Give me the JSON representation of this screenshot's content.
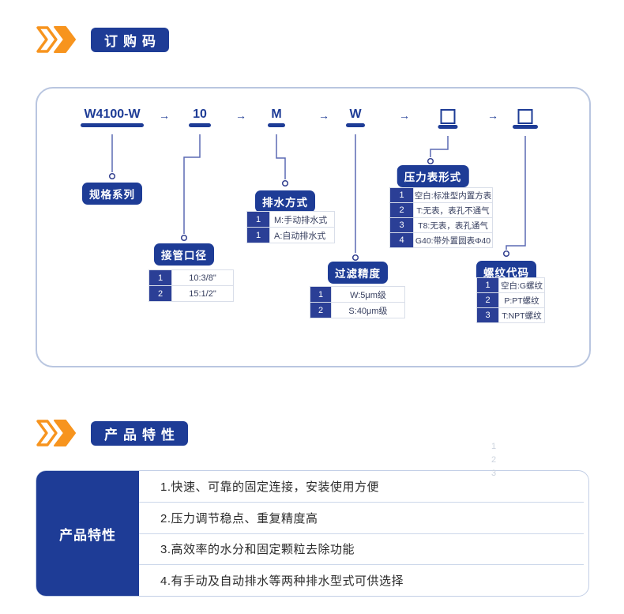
{
  "colors": {
    "navy": "#1e3c96",
    "orange": "#f7941e",
    "connector_line": "#5b6ab3",
    "card_border": "#b9c6e0",
    "table_border": "#d9dee9",
    "watermark_gray": "#ccd3de"
  },
  "sections": {
    "order_code": {
      "title": "订购码",
      "code_row": {
        "arrow": "→",
        "items": [
          {
            "label": "W4100-W"
          },
          {
            "label": "10"
          },
          {
            "label": "M"
          },
          {
            "label": "W"
          },
          {
            "label": ""
          },
          {
            "label": ""
          }
        ]
      },
      "groups": [
        {
          "label": "规格系列",
          "rows": []
        },
        {
          "label": "接管口径",
          "rows": [
            {
              "num": "1",
              "val": "10:3/8\""
            },
            {
              "num": "2",
              "val": "15:1/2\""
            }
          ]
        },
        {
          "label": "排水方式",
          "rows": [
            {
              "num": "1",
              "val": "M:手动排水式"
            },
            {
              "num": "1",
              "val": "A:自动排水式"
            }
          ]
        },
        {
          "label": "过滤精度",
          "rows": [
            {
              "num": "1",
              "val": "W:5μm级"
            },
            {
              "num": "2",
              "val": "S:40μm级"
            }
          ]
        },
        {
          "label": "压力表形式",
          "rows": [
            {
              "num": "1",
              "val": "空白:标准型内置方表"
            },
            {
              "num": "2",
              "val": "T:无表，表孔不通气"
            },
            {
              "num": "3",
              "val": "T8:无表，表孔通气"
            },
            {
              "num": "4",
              "val": "G40:带外置圆表Φ40"
            }
          ]
        },
        {
          "label": "螺纹代码",
          "rows": [
            {
              "num": "1",
              "val": "空白:G螺纹"
            },
            {
              "num": "2",
              "val": "P:PT螺纹"
            },
            {
              "num": "3",
              "val": "T:NPT螺纹"
            }
          ]
        }
      ]
    },
    "features": {
      "title": "产品特性",
      "side_label": "产品特性",
      "rows": [
        "1.快速、可靠的固定连接，安装使用方便",
        "2.压力调节稳点、重复精度高",
        "3.高效率的水分和固定颗粒去除功能",
        "4.有手动及自动排水等两种排水型式可供选择"
      ],
      "watermark": [
        "1",
        "2",
        "3"
      ]
    }
  }
}
